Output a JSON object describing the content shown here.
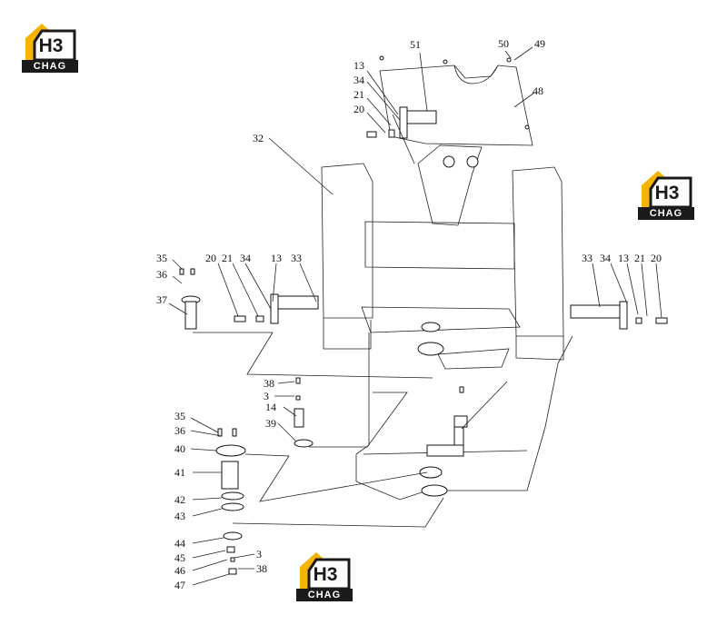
{
  "logo": {
    "mark": "H3",
    "text": "CHAG",
    "colors": {
      "yellow": "#f4b400",
      "dark": "#1a1a1a"
    }
  },
  "labels": {
    "l51": "51",
    "l50": "50",
    "l49": "49",
    "l48": "48",
    "l13a": "13",
    "l34a": "34",
    "l21a": "21",
    "l20a": "20",
    "l32": "32",
    "l35a": "35",
    "l36a": "36",
    "l37": "37",
    "l20b": "20",
    "l21b": "21",
    "l34b": "34",
    "l13b": "13",
    "l33a": "33",
    "l33b": "33",
    "l34c": "34",
    "l13c": "13",
    "l21c": "21",
    "l20c": "20",
    "l38a": "38",
    "l3a": "3",
    "l14": "14",
    "l39": "39",
    "l35b": "35",
    "l36b": "36",
    "l40": "40",
    "l41": "41",
    "l42": "42",
    "l43": "43",
    "l44": "44",
    "l45": "45",
    "l3b": "3",
    "l46": "46",
    "l38b": "38",
    "l47": "47"
  }
}
